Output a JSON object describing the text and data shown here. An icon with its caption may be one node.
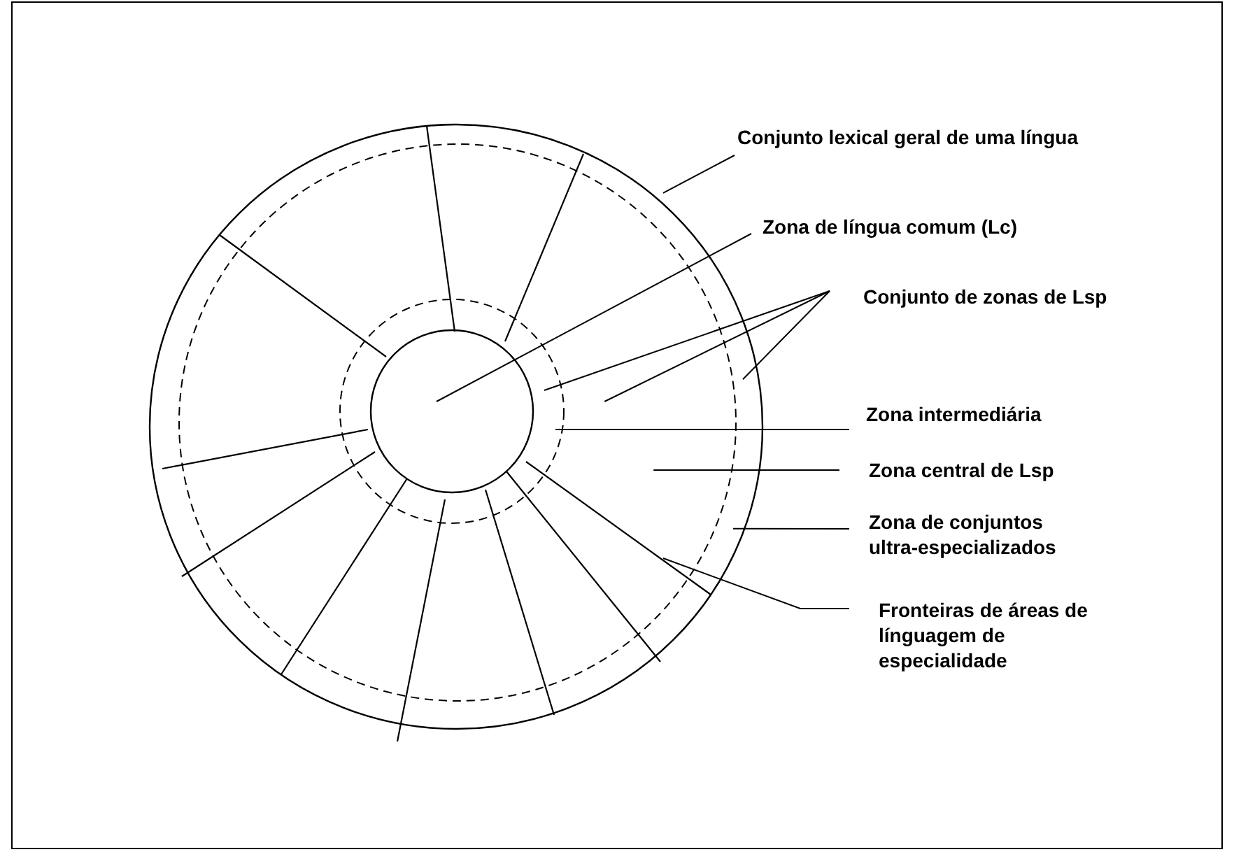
{
  "diagram": {
    "nodes": [
      {
        "text": [
          "Conjunto lexical geral de uma língua"
        ]
      },
      {
        "text": [
          "Zona de língua comum (Lc)"
        ]
      },
      {
        "text": [
          "Conjunto de zonas de Lsp"
        ]
      },
      {
        "text": [
          "Zona intermediária"
        ]
      },
      {
        "text": [
          "Zona central de Lsp"
        ]
      },
      {
        "text": [
          "Zona de conjuntos ultra-especializados"
        ]
      },
      {
        "text": [
          "Fronteiras de áreas de línguagem de especialidade"
        ]
      },
      {
        "text": [],
        "shape": "circle"
      },
      {
        "text": [],
        "shape": "circle",
        "in": 7
      },
      {
        "text": [],
        "shape": "circle",
        "in": 8
      },
      {
        "text": [],
        "shape": "circle",
        "in": 9
      }
    ],
    "edges": [
      {
        "from": 0,
        "to": 7,
        "arrow": "none"
      },
      {
        "from": 1,
        "to": 10,
        "arrow": "none"
      },
      {
        "from": 2,
        "to": 9,
        "arrow": "none"
      },
      {
        "from": 2,
        "to": 8,
        "arrow": "none"
      },
      {
        "from": 2,
        "to": 7,
        "arrow": "none"
      },
      {
        "from": 3,
        "to": 9,
        "arrow": "none"
      },
      {
        "from": 4,
        "to": 8,
        "arrow": "none"
      },
      {
        "from": 5,
        "to": 7,
        "arrow": "none"
      },
      {
        "from": 6,
        "to": 7,
        "arrow": "none"
      }
    ]
  }
}
